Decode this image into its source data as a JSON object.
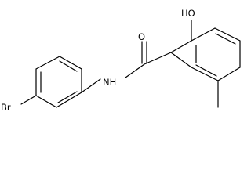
{
  "molecule": {
    "atom_labels": {
      "bromine": "Br",
      "amide_nh": "NH",
      "carbonyl_oxygen": "O",
      "hydroxyl": "HO"
    }
  }
}
